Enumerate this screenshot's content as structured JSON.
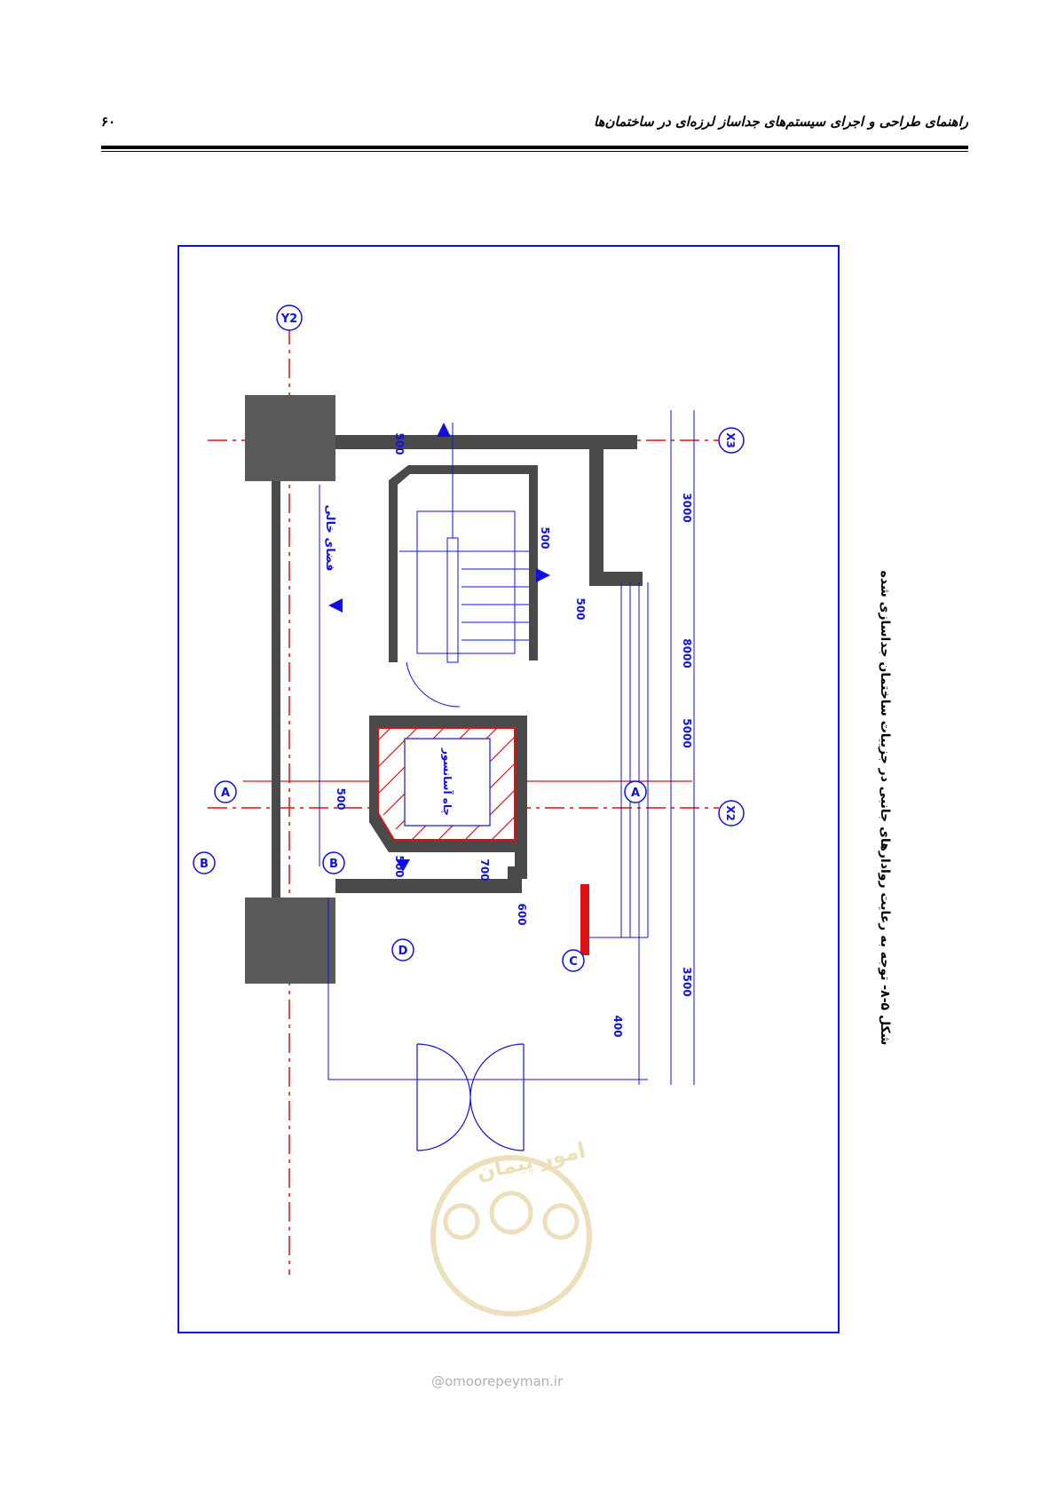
{
  "header": {
    "title": "راهنمای طراحی و اجرای سیستم‌های جداساز لرزه‌ای در ساختمان‌ها",
    "page_number": "۶۰"
  },
  "figure": {
    "caption": "شکل ۵-۸- توجه به رعایت روادارهای جانبی در جزییات ساختمان جداسازی شده",
    "axis_labels": {
      "y2": "Y2",
      "x3": "X3",
      "x2": "X2"
    },
    "section_labels": {
      "a": "A",
      "b": "B",
      "c": "C",
      "d": "D"
    },
    "dimensions": {
      "d3000": "3000",
      "d8000": "8000",
      "d5000": "5000",
      "d3500": "3500",
      "d500_top": "500",
      "d500_stair": "500",
      "d500_landing": "500",
      "d500_left": "500",
      "d500_bottom": "500",
      "d700": "700",
      "d600": "600",
      "d400": "400"
    },
    "notes": {
      "gap": "فضای خالی",
      "shaft": "چاه آسانسور"
    }
  },
  "watermark": {
    "logo_text": "امور پیمان",
    "url": "@omoorepeyman.ir"
  },
  "colors": {
    "plan_lines": "#1010e0",
    "axis_red": "#e01010",
    "columns": "#5a5a5a",
    "walls": "#4a4a4a"
  }
}
